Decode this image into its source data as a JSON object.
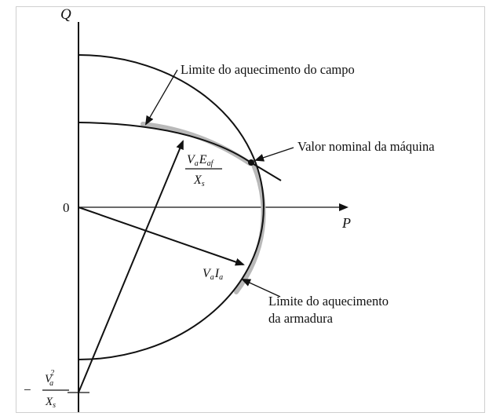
{
  "diagram": {
    "axes": {
      "q_label": "Q",
      "p_label": "P",
      "origin_label": "0"
    },
    "annotations": {
      "field_limit": "Limite do aquecimento do campo",
      "rated_point": "Valor nominal da máquina",
      "armature_limit_line1": "Limite do aquecimento",
      "armature_limit_line2": "da armadura"
    },
    "vectors": {
      "field_vector_numerator_main": "V",
      "field_vector_numerator_sub1": "a",
      "field_vector_numerator_main2": "E",
      "field_vector_numerator_sub2": "af",
      "field_vector_denominator_main": "X",
      "field_vector_denominator_sub": "s",
      "armature_vector_main1": "V",
      "armature_vector_sub1": "a",
      "armature_vector_main2": "I",
      "armature_vector_sub2": "a",
      "offset_minus": "−",
      "offset_numerator_main": "V",
      "offset_numerator_sub": "a",
      "offset_numerator_sup": "2",
      "offset_denominator_main": "X",
      "offset_denominator_sub": "s"
    }
  }
}
